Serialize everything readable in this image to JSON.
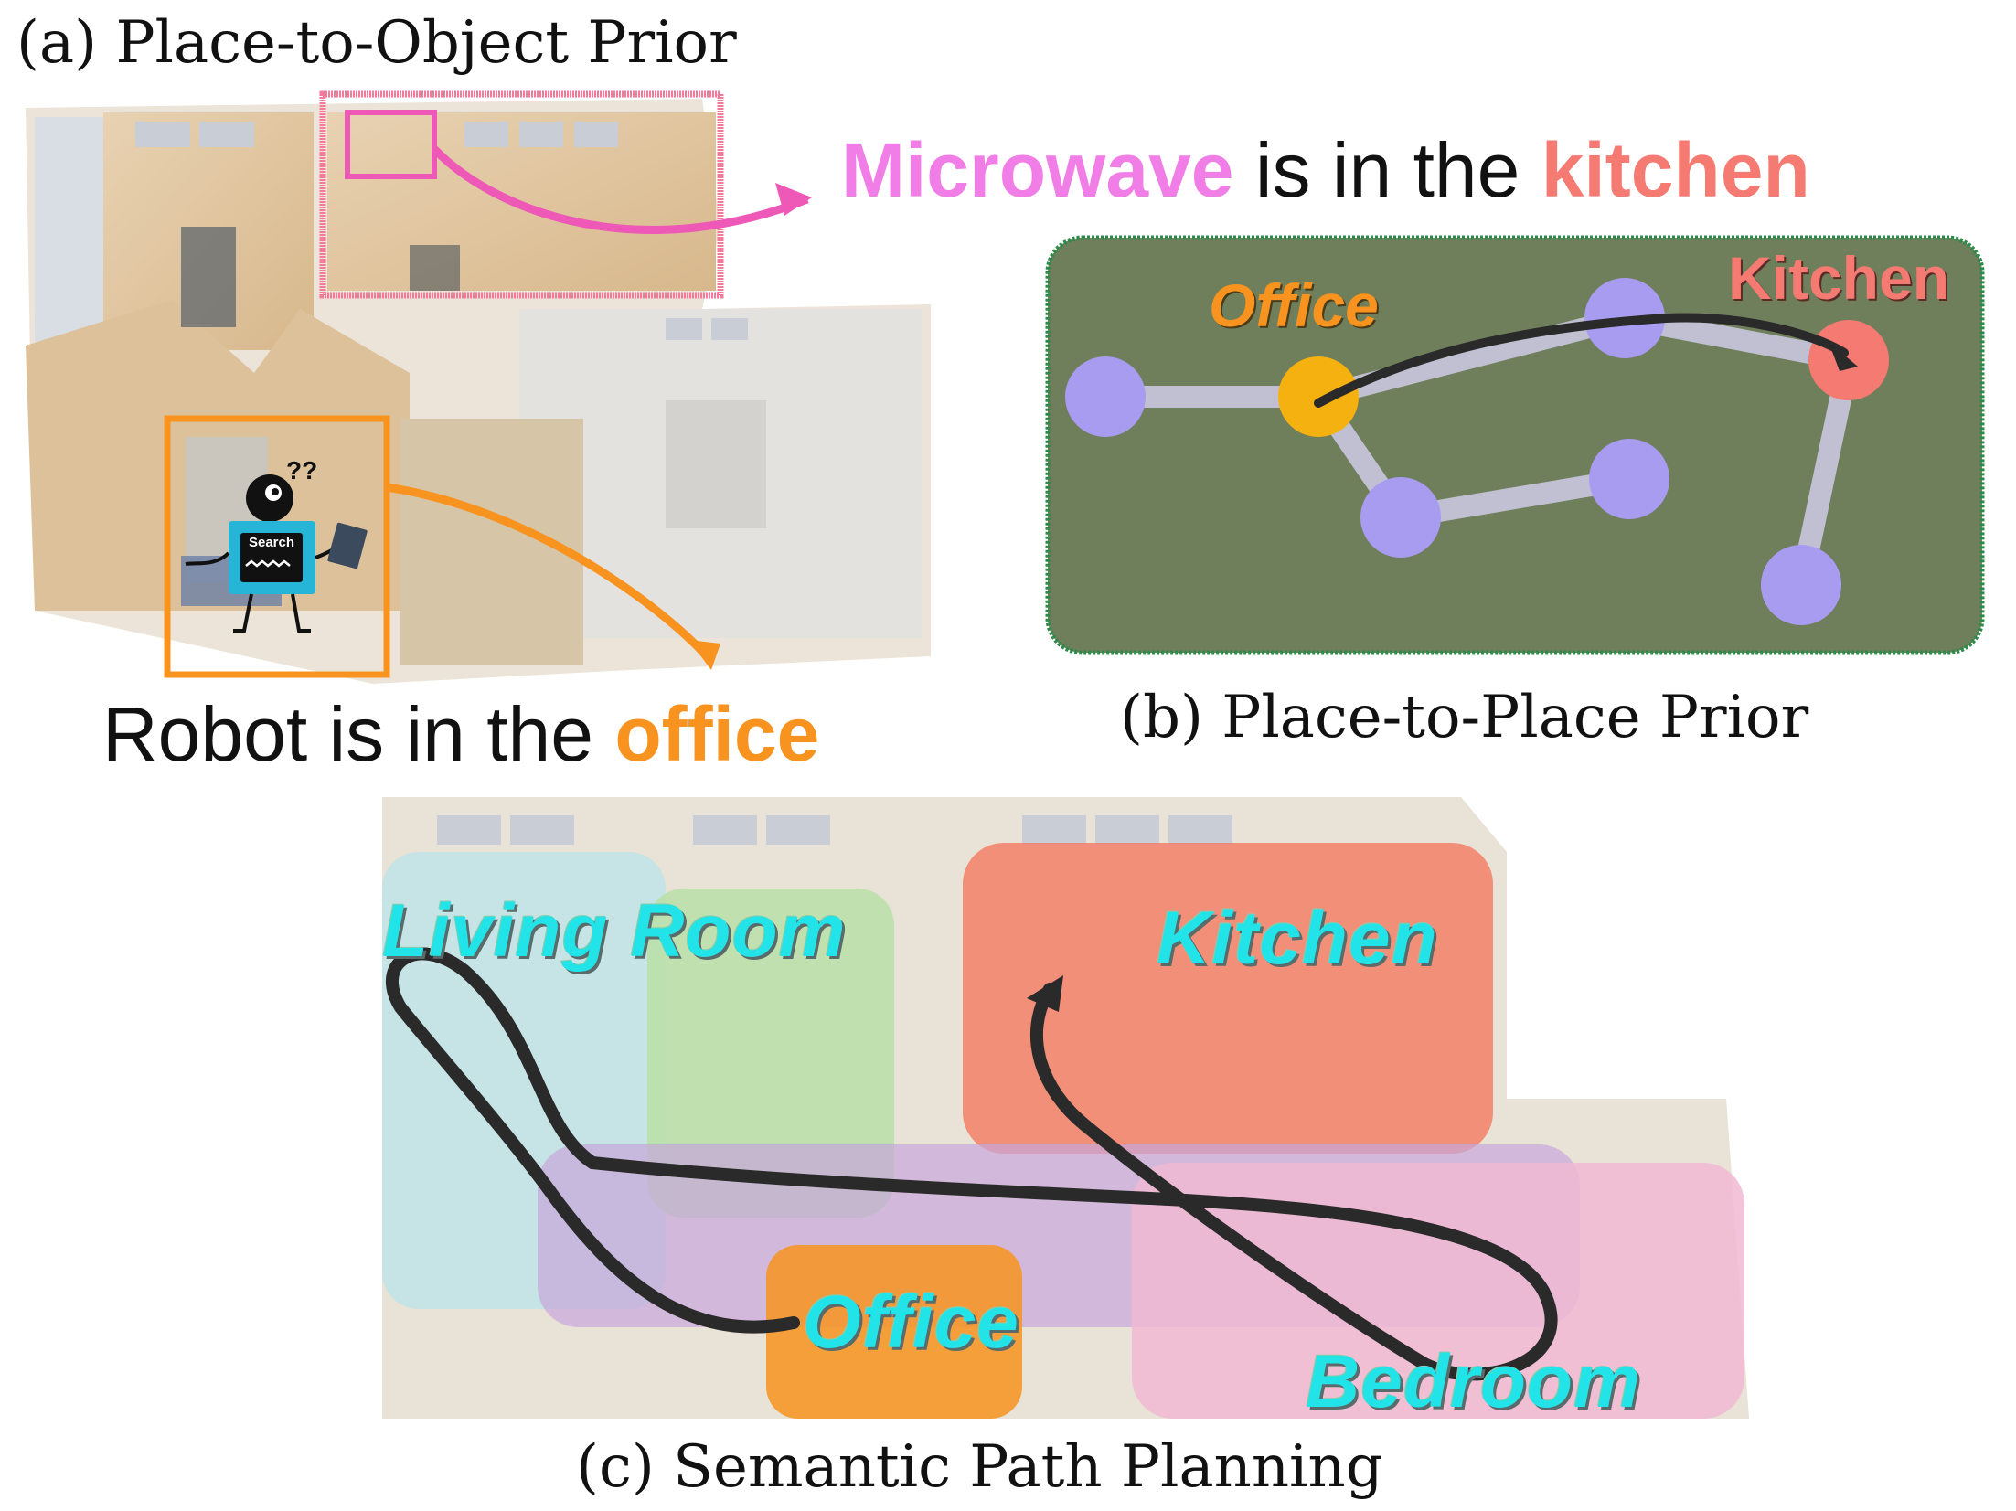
{
  "panel_a": {
    "label": "(a) Place-to-Object Prior",
    "statement_1": {
      "prefix": "",
      "object": "Microwave",
      "middle": " is in the ",
      "place": "kitchen"
    },
    "statement_2": {
      "prefix": "Robot is in the ",
      "place": "office"
    },
    "robot_screen_text": "Search",
    "robot_thought": "??"
  },
  "panel_b": {
    "label": "(b) Place-to-Place Prior",
    "nodes": {
      "office": "Office",
      "kitchen": "Kitchen"
    }
  },
  "panel_c": {
    "label": "(c) Semantic Path Planning",
    "rooms": {
      "living_room": "Living Room",
      "kitchen": "Kitchen",
      "office": "Office",
      "bedroom": "Bedroom"
    }
  },
  "colors": {
    "microwave": "#f07ee6",
    "kitchen": "#f47a72",
    "office": "#f7931e",
    "node": "#a89cf0",
    "graph_bg": "#6f7f5c",
    "room_text": "#22e3e8"
  }
}
